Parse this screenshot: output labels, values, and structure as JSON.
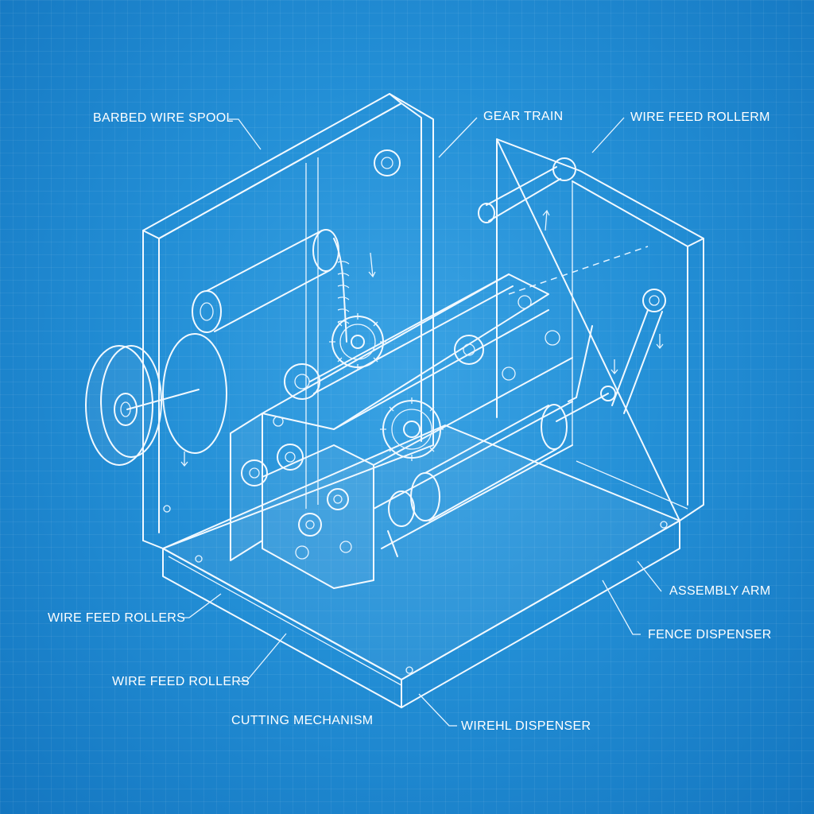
{
  "callouts": {
    "barbed_wire_spool": "BARBED WIRE SPOOL",
    "gear_train": "GEAR TRAIN",
    "wire_feed_rollerm": "WIRE FEED ROLLERM",
    "assembly_arm": "ASSEMBLY ARM",
    "fence_dispenser": "FENCE DISPENSER",
    "wire_feed_rollers_1": "WIRE FEED ROLLERS",
    "wire_feed_rollers_2": "WIRE FEED ROLLERS",
    "cutting_mechanism": "CUTTING MECHANISM",
    "wirehl_dispenser": "WIREHL DISPENSER"
  },
  "colors": {
    "background": "#238fd6",
    "line": "#f2f9ff"
  }
}
